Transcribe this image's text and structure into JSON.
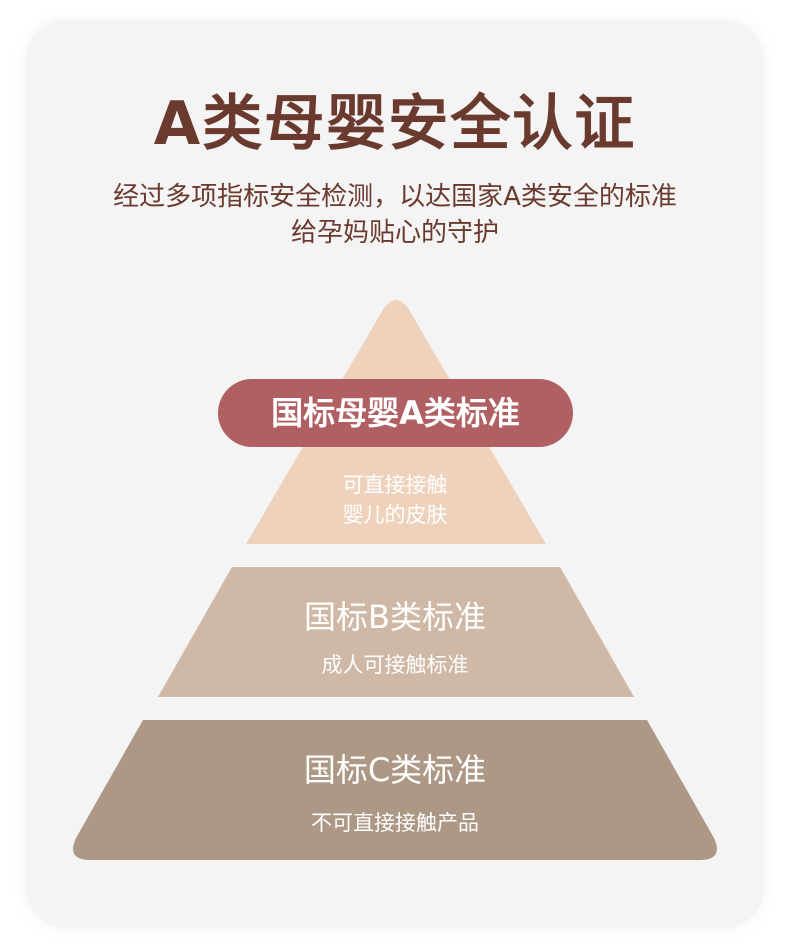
{
  "header": {
    "title": "A类母婴安全认证",
    "subtitle_line1": "经过多项指标安全检测，以达国家A类安全的标准",
    "subtitle_line2": "给孕妈贴心的守护"
  },
  "tiers": [
    {
      "label": "国标母婴A类标准",
      "desc_line1": "可直接接触",
      "desc_line2": "婴儿的皮肤",
      "color": "#eed2bc",
      "label_bg": "#b06062"
    },
    {
      "label": "国标B类标准",
      "desc_line1": "成人可接触标准",
      "color": "#cfb8a5"
    },
    {
      "label": "国标C类标准",
      "desc_line1": "不可直接接触产品",
      "color": "#ad9886"
    }
  ],
  "colors": {
    "title": "#6b3a2e",
    "card_bg": "#f4f4f5"
  }
}
